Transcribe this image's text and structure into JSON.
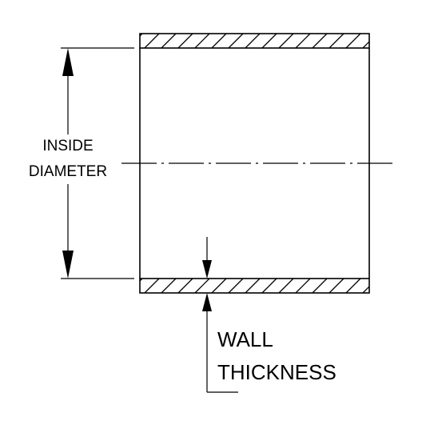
{
  "labels": {
    "inside_line1": "INSIDE",
    "inside_line2": "DIAMETER",
    "wall_line1": "WALL",
    "wall_line2": "THICKNESS"
  },
  "colors": {
    "ink": "#000000",
    "background": "#ffffff"
  }
}
